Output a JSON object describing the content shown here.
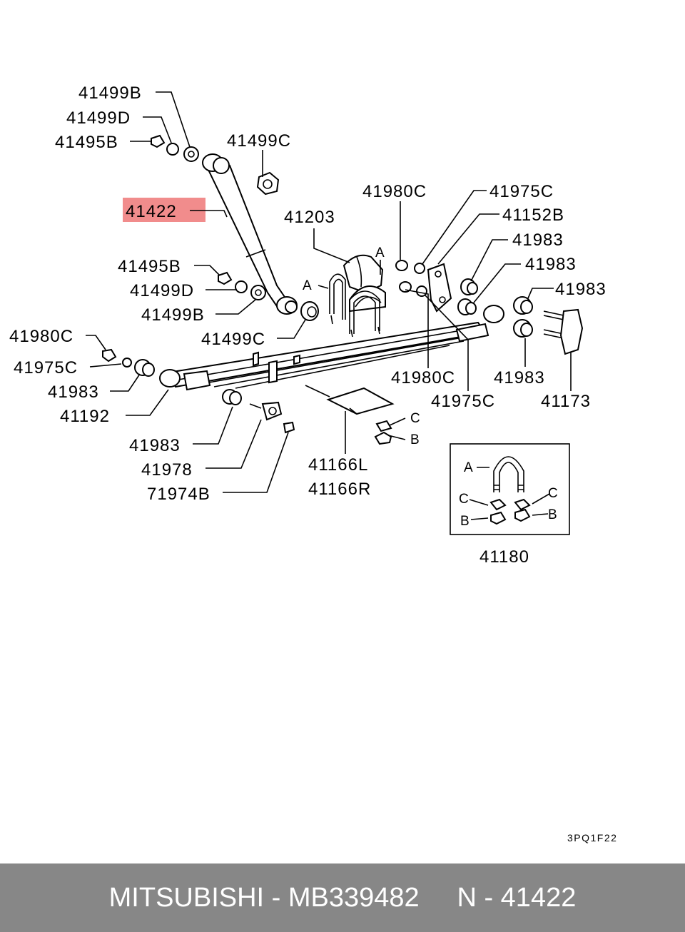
{
  "diagram": {
    "part_labels": {
      "p41499B_top": "41499B",
      "p41499D_top": "41499D",
      "p41495B_top": "41495B",
      "p41499C_top": "41499C",
      "p41422": "41422",
      "p41203": "41203",
      "p41980C_top": "41980C",
      "p41975C_top": "41975C",
      "p41152B": "41152B",
      "p41983_a": "41983",
      "p41983_b": "41983",
      "p41983_c": "41983",
      "p41495B_mid": "41495B",
      "p41499D_mid": "41499D",
      "p41499B_mid": "41499B",
      "p41499C_mid": "41499C",
      "p41980C_left": "41980C",
      "p41975C_left": "41975C",
      "p41983_left": "41983",
      "p41192": "41192",
      "p41980C_mid": "41980C",
      "p41975C_mid": "41975C",
      "p41983_right": "41983",
      "p41173": "41173",
      "p41983_bottom": "41983",
      "p41978": "41978",
      "p71974B": "71974B",
      "p41166L": "41166L",
      "p41166R": "41166R",
      "p41180": "41180"
    },
    "letters": {
      "A1": "A",
      "A2": "A",
      "C1": "C",
      "B1": "B",
      "box_A": "A",
      "box_C_left": "C",
      "box_C_right": "C",
      "box_B_left": "B",
      "box_B_right": "B"
    },
    "highlighted_part": "41422",
    "highlight_color": "#f08080",
    "drawing_code": "3PQ1F22"
  },
  "footer": {
    "text": "MITSUBISHI - MB339482     N - 41422",
    "background": "#878787"
  }
}
